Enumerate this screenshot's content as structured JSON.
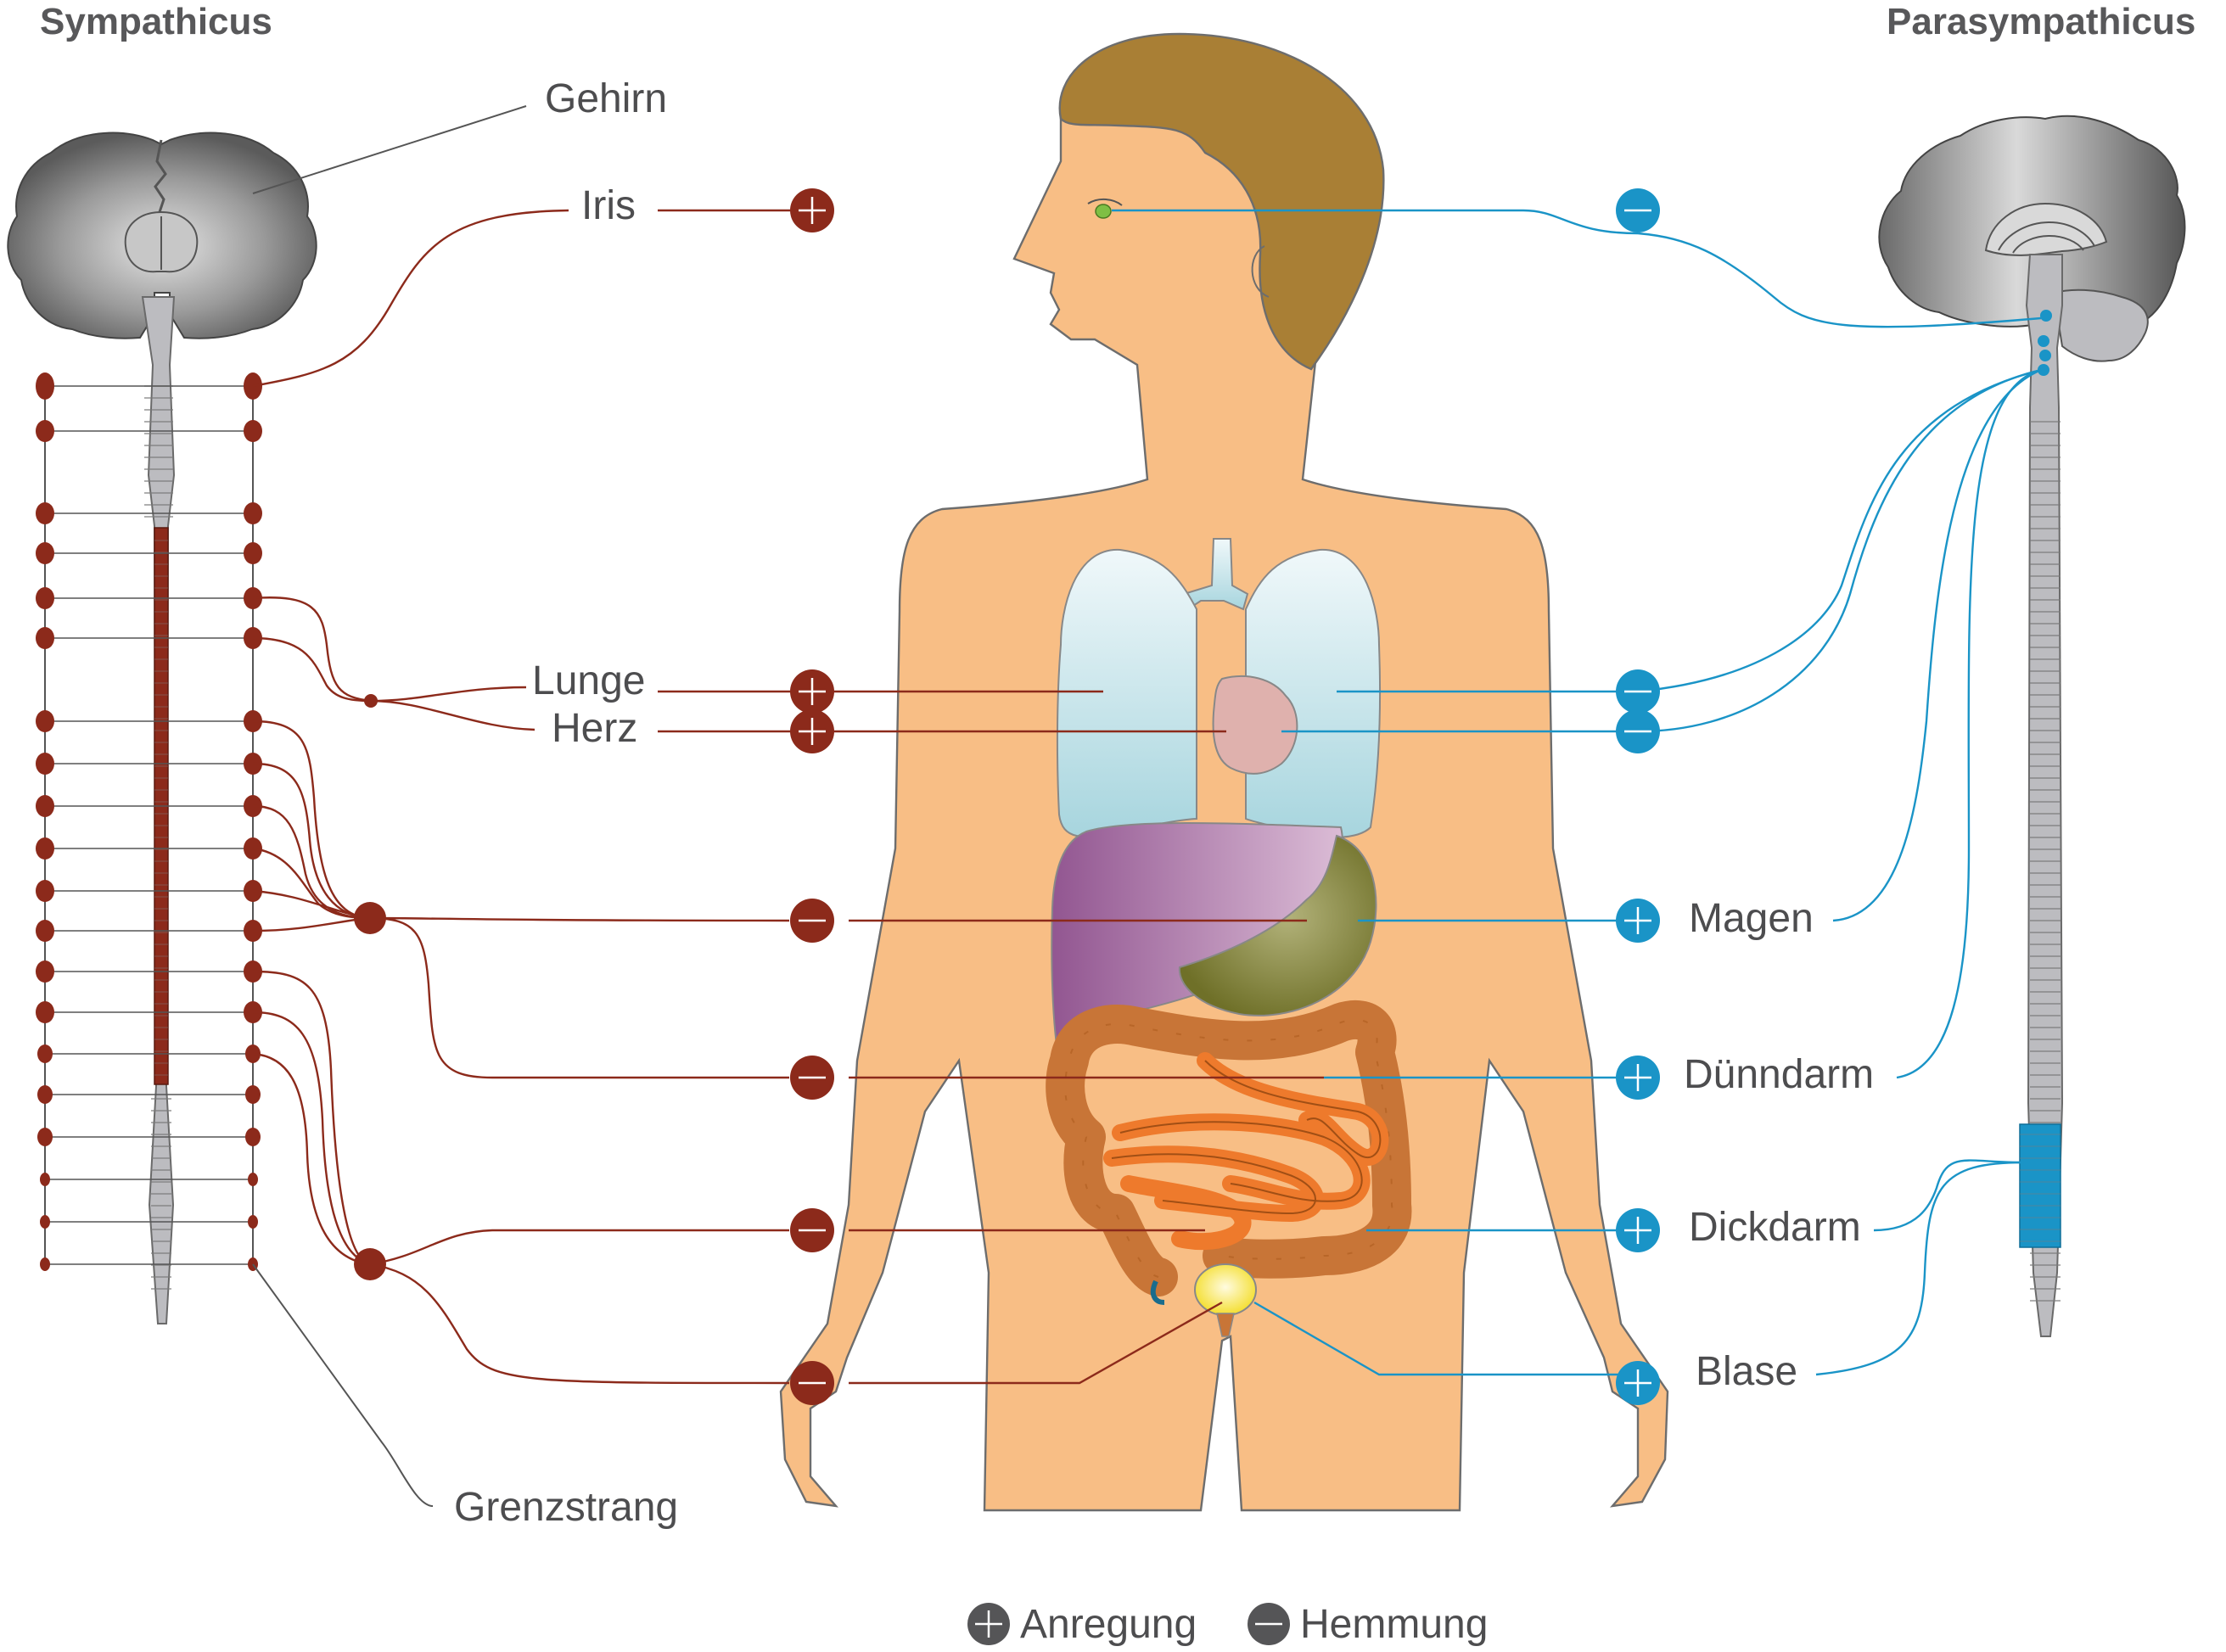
{
  "titles": {
    "left": "Sympathicus",
    "right": "Parasympathicus"
  },
  "labels": {
    "gehirn": "Gehirn",
    "iris": "Iris",
    "lunge": "Lunge",
    "herz": "Herz",
    "magen": "Magen",
    "duenndarm": "Dünndarm",
    "dickdarm": "Dickdarm",
    "blase": "Blase",
    "grenzstrang": "Grenzstrang"
  },
  "legend": {
    "plus": "Anregung",
    "minus": "Hemmung"
  },
  "effects": [
    {
      "organ": "Iris",
      "sympathicus": "+",
      "parasympathicus": "−"
    },
    {
      "organ": "Lunge",
      "sympathicus": "+",
      "parasympathicus": "−"
    },
    {
      "organ": "Herz",
      "sympathicus": "+",
      "parasympathicus": "−"
    },
    {
      "organ": "Magen",
      "sympathicus": "−",
      "parasympathicus": "+"
    },
    {
      "organ": "Dünndarm",
      "sympathicus": "−",
      "parasympathicus": "+"
    },
    {
      "organ": "Dickdarm",
      "sympathicus": "−",
      "parasympathicus": "+"
    },
    {
      "organ": "Blase",
      "sympathicus": "−",
      "parasympathicus": "+"
    }
  ],
  "colors": {
    "sympathicus": "#8c2a1b",
    "parasympathicus": "#1a94c7",
    "skin": "#f8be85",
    "hair": "#a97f35",
    "label_text": "#4d4d4f"
  }
}
